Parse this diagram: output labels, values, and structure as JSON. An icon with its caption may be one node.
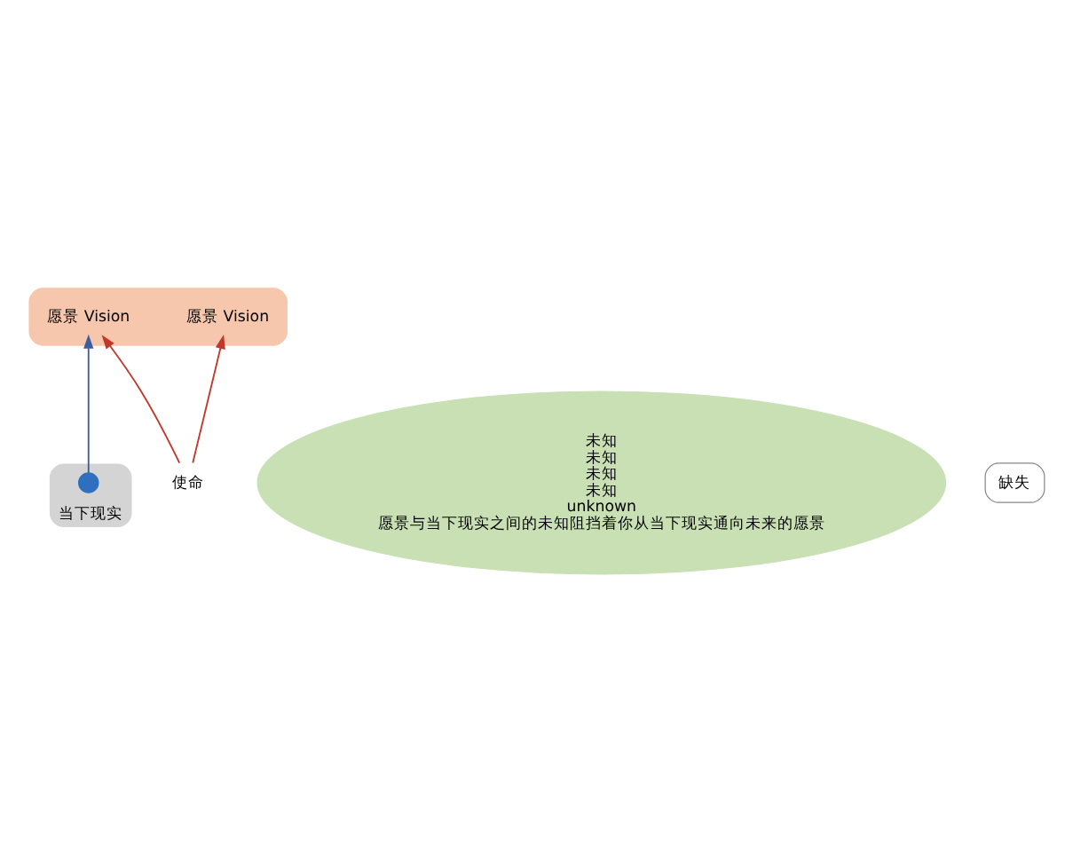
{
  "diagram": {
    "nodes": [
      {
        "text": [],
        "shape": "ellipse"
      },
      {
        "text": [
          "愿景 Vision"
        ],
        "in": 0
      },
      {
        "text": [
          "愿景 Vision"
        ],
        "in": 0
      },
      {
        "text": [
          "未知",
          "未知",
          "未知",
          "未知",
          "unknown",
          "愿景与当下现实之间的未知阻挡着你从当下现实通向未来的愿景"
        ]
      },
      {
        "text": [
          "当下现实"
        ]
      },
      {
        "text": [],
        "shape": "circle",
        "in": 4
      },
      {
        "text": [
          "缺失"
        ]
      },
      {
        "text": [
          "使命"
        ]
      }
    ],
    "edges": [
      {
        "from": 5,
        "to": 2,
        "arrow": "to",
        "color": "#3b5f9e"
      },
      {
        "from": 7,
        "to": 1,
        "arrow": "to"
      },
      {
        "from": 7,
        "to": 2,
        "arrow": "to"
      }
    ]
  }
}
